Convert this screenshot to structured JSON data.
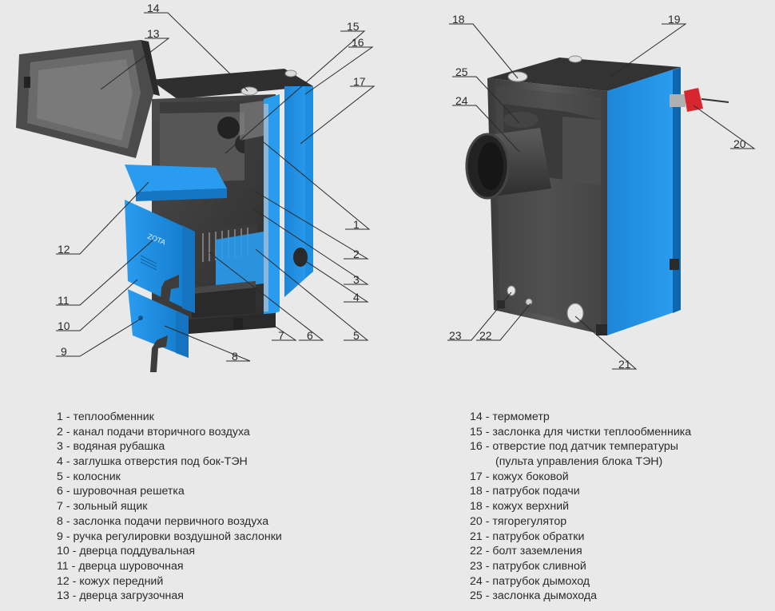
{
  "callouts": {
    "n1": "1",
    "n2": "2",
    "n3": "3",
    "n4": "4",
    "n5": "5",
    "n6": "6",
    "n7": "7",
    "n8": "8",
    "n9": "9",
    "n10": "10",
    "n11": "11",
    "n12": "12",
    "n13": "13",
    "n14": "14",
    "n15": "15",
    "n16": "16",
    "n17": "17",
    "n18": "18",
    "n19": "19",
    "n20": "20",
    "n21": "21",
    "n22": "22",
    "n23": "23",
    "n24": "24",
    "n25": "25"
  },
  "brand_mark": "ZOTA",
  "legend_left": [
    "1 - теплообменник",
    "2 - канал подачи вторичного воздуха",
    "3 - водяная рубашка",
    "4 - заглушка отверстия под бок-ТЭН",
    "5 - колосник",
    "6 - шуровочная решетка",
    "7 - зольный ящик",
    "8 - заслонка подачи первичного воздуха",
    "9 - ручка регулировки воздушной заслонки",
    "10 - дверца поддувальная",
    "11 - дверца шуровочная",
    "12 - кожух передний",
    "13 - дверца загрузочная"
  ],
  "legend_right": [
    "14 - термометр",
    "15 - заслонка для чистки теплообменника",
    "16 - отверстие под датчик температуры",
    "(пульта управления блока ТЭН)",
    "17 - кожух боковой",
    "18 - патрубок подачи",
    "18 - кожух верхний",
    "20 - тягорегулятор",
    "21 - патрубок обратки",
    "22 - болт заземления",
    "23 - патрубок сливной",
    "24 - патрубок дымоход",
    "25 - заслонка дымохода"
  ],
  "colors": {
    "background": "#e9e9e9",
    "casing_blue": "#1e8fe0",
    "casing_blue_dark": "#126cb5",
    "steel_dark": "#3d3d3d",
    "steel_mid": "#5a5a5a",
    "text": "#2a2a2a",
    "regulator_red": "#d8262e"
  }
}
